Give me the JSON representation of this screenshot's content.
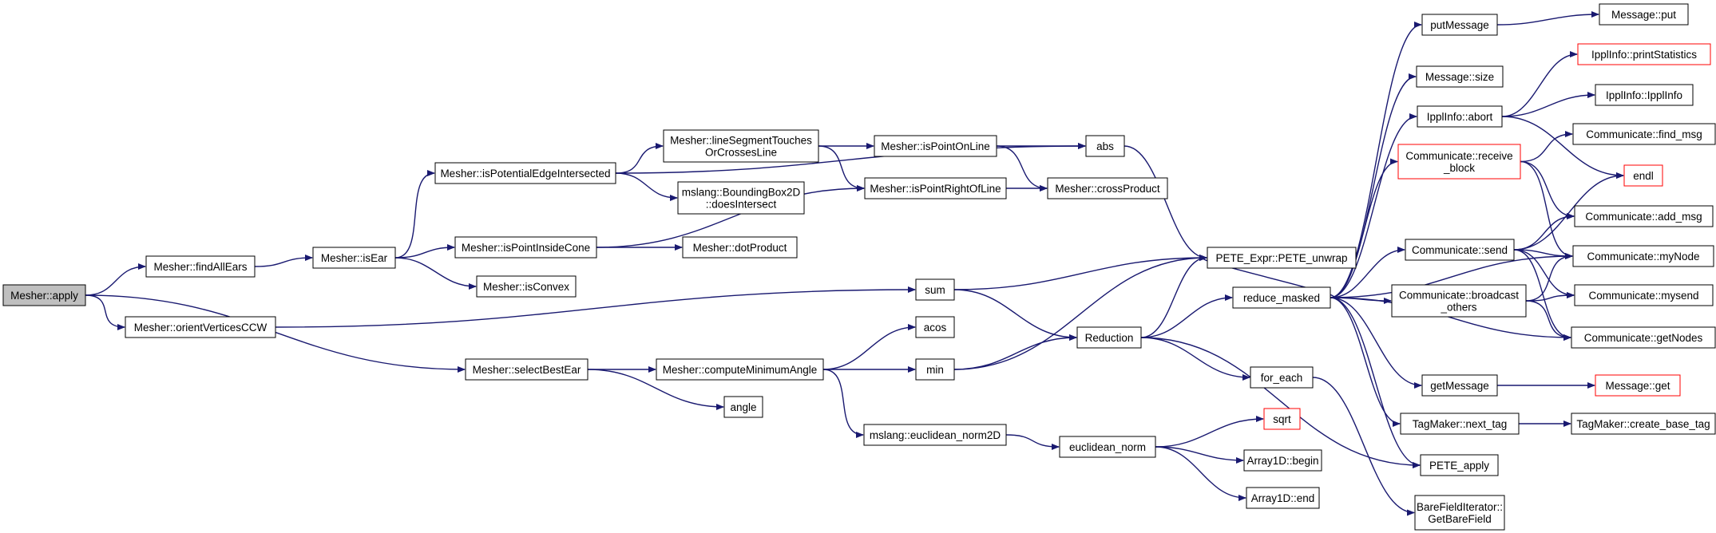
{
  "graph": {
    "title": "",
    "edge_color": "#191970",
    "truncated_border_color": "#ff0000",
    "root_fill": "#bfbfbf",
    "nodes": [
      {
        "id": "apply",
        "lines": [
          "Mesher::apply"
        ],
        "root": true
      },
      {
        "id": "findAllEars",
        "lines": [
          "Mesher::findAllEars"
        ]
      },
      {
        "id": "orientVerticesCCW",
        "lines": [
          "Mesher::orientVerticesCCW"
        ]
      },
      {
        "id": "selectBestEar",
        "lines": [
          "Mesher::selectBestEar"
        ]
      },
      {
        "id": "isEar",
        "lines": [
          "Mesher::isEar"
        ]
      },
      {
        "id": "isPotentialEdgeIntersected",
        "lines": [
          "Mesher::isPotentialEdgeIntersected"
        ]
      },
      {
        "id": "isPointInsideCone",
        "lines": [
          "Mesher::isPointInsideCone"
        ]
      },
      {
        "id": "isConvex",
        "lines": [
          "Mesher::isConvex"
        ]
      },
      {
        "id": "lineSegmentTouches",
        "lines": [
          "Mesher::lineSegmentTouches",
          "OrCrossesLine"
        ]
      },
      {
        "id": "doesIntersect",
        "lines": [
          "mslang::BoundingBox2D",
          "::doesIntersect"
        ]
      },
      {
        "id": "dotProduct",
        "lines": [
          "Mesher::dotProduct"
        ]
      },
      {
        "id": "computeMinimumAngle",
        "lines": [
          "Mesher::computeMinimumAngle"
        ]
      },
      {
        "id": "angle",
        "lines": [
          "angle"
        ]
      },
      {
        "id": "isPointOnLine",
        "lines": [
          "Mesher::isPointOnLine"
        ]
      },
      {
        "id": "isPointRightOfLine",
        "lines": [
          "Mesher::isPointRightOfLine"
        ]
      },
      {
        "id": "abs",
        "lines": [
          "abs"
        ]
      },
      {
        "id": "crossProduct",
        "lines": [
          "Mesher::crossProduct"
        ]
      },
      {
        "id": "sum",
        "lines": [
          "sum"
        ]
      },
      {
        "id": "acos",
        "lines": [
          "acos"
        ]
      },
      {
        "id": "min",
        "lines": [
          "min"
        ]
      },
      {
        "id": "euclidean_norm2D",
        "lines": [
          "mslang::euclidean_norm2D"
        ]
      },
      {
        "id": "PETE_unwrap",
        "lines": [
          "PETE_Expr::PETE_unwrap"
        ]
      },
      {
        "id": "Reduction",
        "lines": [
          "Reduction"
        ]
      },
      {
        "id": "euclidean_norm",
        "lines": [
          "euclidean_norm"
        ]
      },
      {
        "id": "reduce_masked",
        "lines": [
          "reduce_masked"
        ]
      },
      {
        "id": "for_each",
        "lines": [
          "for_each"
        ]
      },
      {
        "id": "sqrt",
        "lines": [
          "sqrt"
        ],
        "truncated": true
      },
      {
        "id": "begin",
        "lines": [
          "Array1D::begin"
        ]
      },
      {
        "id": "end",
        "lines": [
          "Array1D::end"
        ]
      },
      {
        "id": "putMessage",
        "lines": [
          "putMessage"
        ]
      },
      {
        "id": "msgsize",
        "lines": [
          "Message::size"
        ]
      },
      {
        "id": "abort",
        "lines": [
          "IpplInfo::abort"
        ]
      },
      {
        "id": "receive_block",
        "lines": [
          "Communicate::receive",
          "_block"
        ],
        "truncated": true
      },
      {
        "id": "send",
        "lines": [
          "Communicate::send"
        ]
      },
      {
        "id": "broadcast_others",
        "lines": [
          "Communicate::broadcast",
          "_others"
        ]
      },
      {
        "id": "getMessage",
        "lines": [
          "getMessage"
        ]
      },
      {
        "id": "next_tag",
        "lines": [
          "TagMaker::next_tag"
        ]
      },
      {
        "id": "PETE_apply",
        "lines": [
          "PETE_apply"
        ]
      },
      {
        "id": "GetBareField",
        "lines": [
          "BareFieldIterator::",
          "GetBareField"
        ]
      },
      {
        "id": "put",
        "lines": [
          "Message::put"
        ]
      },
      {
        "id": "printStatistics",
        "lines": [
          "IpplInfo::printStatistics"
        ],
        "truncated": true
      },
      {
        "id": "IpplInfo",
        "lines": [
          "IpplInfo::IpplInfo"
        ]
      },
      {
        "id": "find_msg",
        "lines": [
          "Communicate::find_msg"
        ]
      },
      {
        "id": "endl",
        "lines": [
          "endl"
        ],
        "truncated": true
      },
      {
        "id": "add_msg",
        "lines": [
          "Communicate::add_msg"
        ]
      },
      {
        "id": "myNode",
        "lines": [
          "Communicate::myNode"
        ]
      },
      {
        "id": "mysend",
        "lines": [
          "Communicate::mysend"
        ]
      },
      {
        "id": "getNodes",
        "lines": [
          "Communicate::getNodes"
        ]
      },
      {
        "id": "msgget",
        "lines": [
          "Message::get"
        ],
        "truncated": true
      },
      {
        "id": "create_base_tag",
        "lines": [
          "TagMaker::create_base_tag"
        ]
      }
    ],
    "edges": [
      [
        "apply",
        "findAllEars"
      ],
      [
        "apply",
        "orientVerticesCCW"
      ],
      [
        "apply",
        "selectBestEar"
      ],
      [
        "findAllEars",
        "isEar"
      ],
      [
        "isEar",
        "isPotentialEdgeIntersected"
      ],
      [
        "isEar",
        "isPointInsideCone"
      ],
      [
        "isEar",
        "isConvex"
      ],
      [
        "isPotentialEdgeIntersected",
        "lineSegmentTouches"
      ],
      [
        "isPotentialEdgeIntersected",
        "doesIntersect"
      ],
      [
        "isPotentialEdgeIntersected",
        "abs"
      ],
      [
        "isPointInsideCone",
        "dotProduct"
      ],
      [
        "isPointInsideCone",
        "isPointRightOfLine"
      ],
      [
        "lineSegmentTouches",
        "isPointOnLine"
      ],
      [
        "lineSegmentTouches",
        "isPointRightOfLine"
      ],
      [
        "isPointOnLine",
        "abs"
      ],
      [
        "isPointOnLine",
        "crossProduct"
      ],
      [
        "isPointRightOfLine",
        "crossProduct"
      ],
      [
        "abs",
        "PETE_unwrap"
      ],
      [
        "orientVerticesCCW",
        "sum"
      ],
      [
        "sum",
        "PETE_unwrap"
      ],
      [
        "sum",
        "Reduction"
      ],
      [
        "selectBestEar",
        "computeMinimumAngle"
      ],
      [
        "selectBestEar",
        "angle"
      ],
      [
        "computeMinimumAngle",
        "acos"
      ],
      [
        "computeMinimumAngle",
        "min"
      ],
      [
        "computeMinimumAngle",
        "euclidean_norm2D"
      ],
      [
        "min",
        "PETE_unwrap"
      ],
      [
        "min",
        "Reduction"
      ],
      [
        "euclidean_norm2D",
        "euclidean_norm"
      ],
      [
        "euclidean_norm",
        "sqrt"
      ],
      [
        "euclidean_norm",
        "begin"
      ],
      [
        "euclidean_norm",
        "end"
      ],
      [
        "Reduction",
        "PETE_unwrap"
      ],
      [
        "Reduction",
        "reduce_masked"
      ],
      [
        "Reduction",
        "for_each"
      ],
      [
        "Reduction",
        "PETE_apply"
      ],
      [
        "for_each",
        "GetBareField"
      ],
      [
        "reduce_masked",
        "PETE_unwrap"
      ],
      [
        "reduce_masked",
        "putMessage"
      ],
      [
        "reduce_masked",
        "msgsize"
      ],
      [
        "reduce_masked",
        "abort"
      ],
      [
        "reduce_masked",
        "receive_block"
      ],
      [
        "reduce_masked",
        "send"
      ],
      [
        "reduce_masked",
        "broadcast_others"
      ],
      [
        "reduce_masked",
        "getMessage"
      ],
      [
        "reduce_masked",
        "next_tag"
      ],
      [
        "reduce_masked",
        "PETE_apply"
      ],
      [
        "reduce_masked",
        "myNode"
      ],
      [
        "reduce_masked",
        "getNodes"
      ],
      [
        "putMessage",
        "put"
      ],
      [
        "abort",
        "printStatistics"
      ],
      [
        "abort",
        "IpplInfo"
      ],
      [
        "abort",
        "endl"
      ],
      [
        "receive_block",
        "find_msg"
      ],
      [
        "receive_block",
        "add_msg"
      ],
      [
        "receive_block",
        "myNode"
      ],
      [
        "send",
        "myNode"
      ],
      [
        "send",
        "mysend"
      ],
      [
        "send",
        "getNodes"
      ],
      [
        "send",
        "endl"
      ],
      [
        "send",
        "add_msg"
      ],
      [
        "broadcast_others",
        "myNode"
      ],
      [
        "broadcast_others",
        "mysend"
      ],
      [
        "broadcast_others",
        "getNodes"
      ],
      [
        "getMessage",
        "msgget"
      ],
      [
        "next_tag",
        "create_base_tag"
      ]
    ]
  }
}
